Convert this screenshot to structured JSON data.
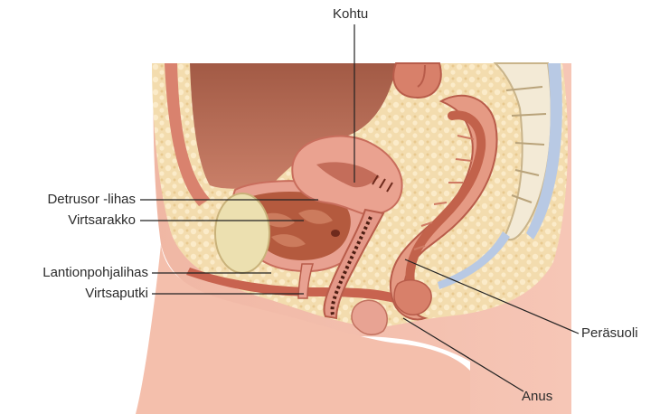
{
  "labels": {
    "uterus": "Kohtu",
    "detrusor": "Detrusor -lihas",
    "bladder": "Virtsarakko",
    "pelvic_floor": "Lantionpohjalihas",
    "urethra": "Virtsaputki",
    "rectum": "Peräsuoli",
    "anus": "Anus"
  }
}
